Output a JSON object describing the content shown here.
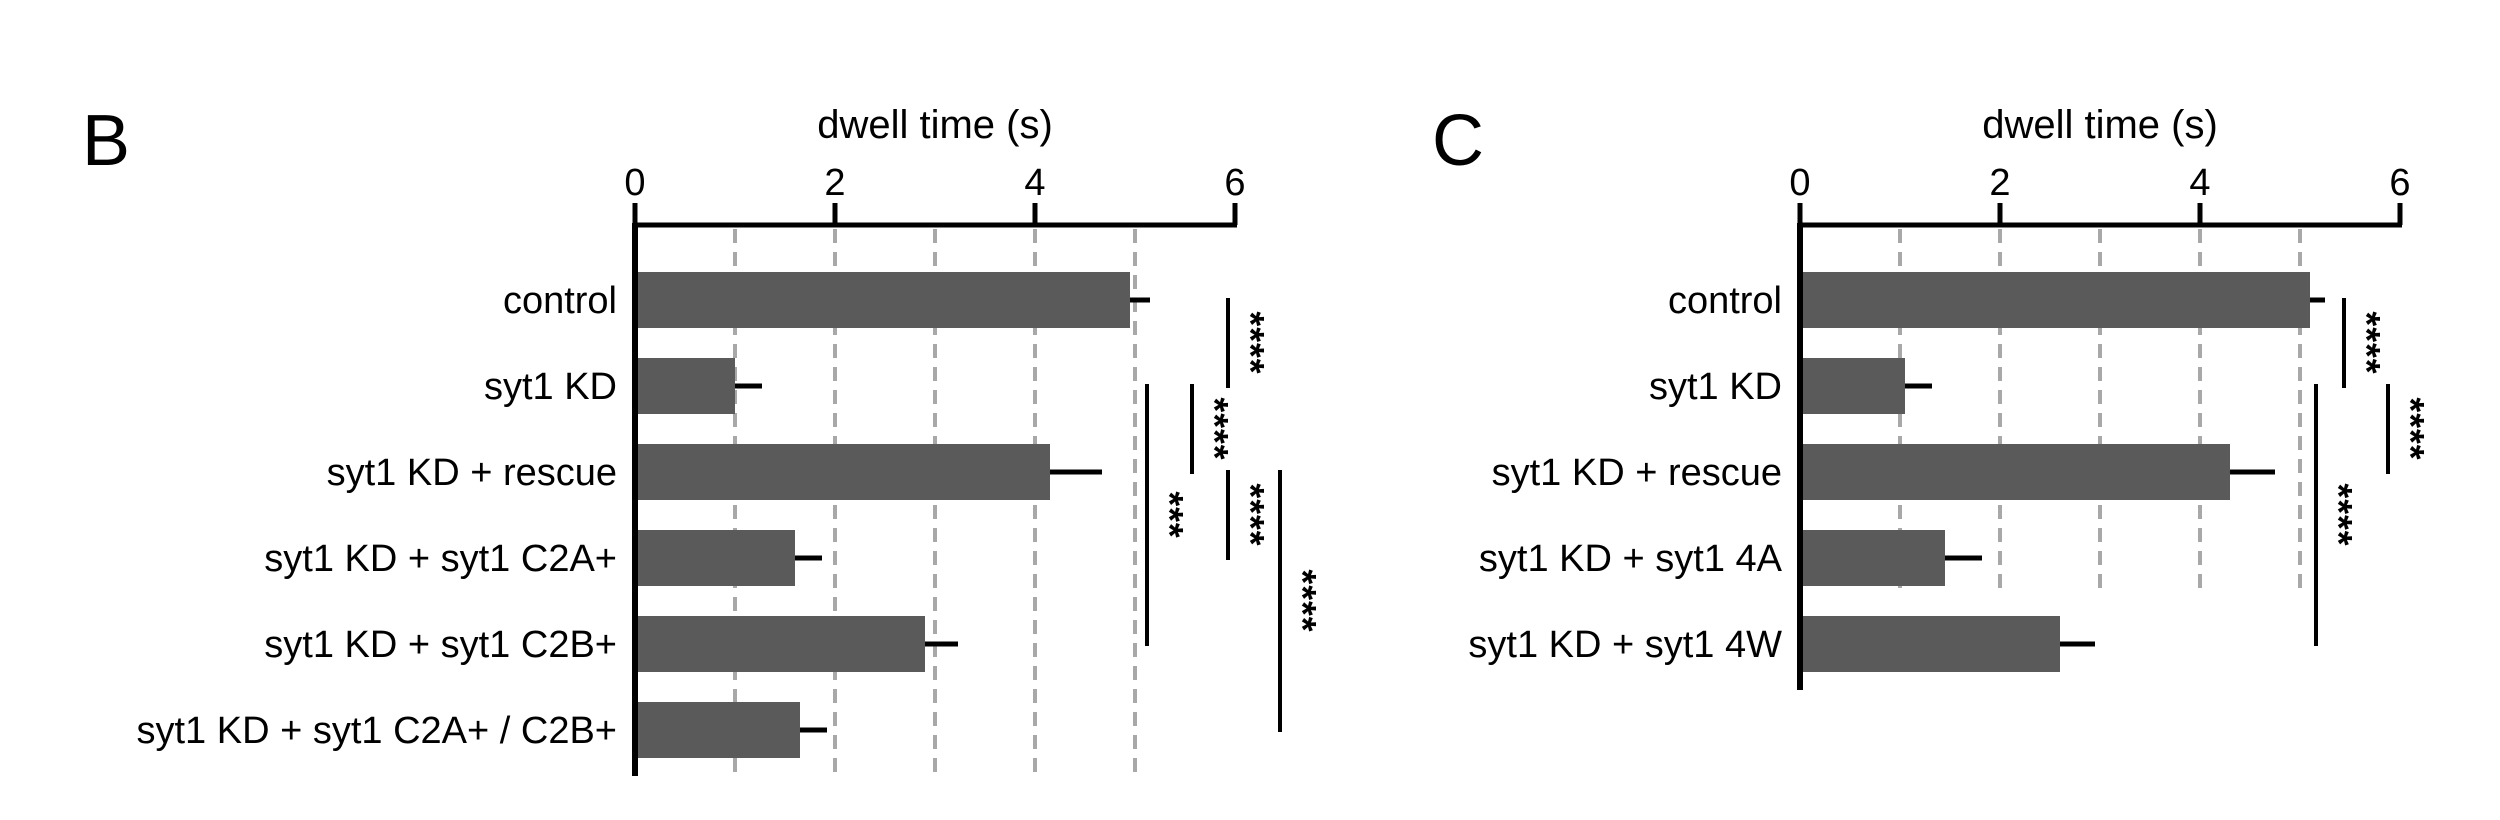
{
  "chart_data": [
    {
      "type": "bar",
      "panel_label": "B",
      "xlabel": "dwell time (s)",
      "ylabel": "",
      "xlim": [
        0,
        6
      ],
      "ticks": [
        0,
        2,
        4,
        6
      ],
      "grid_lines": [
        1,
        2,
        3,
        4,
        5
      ],
      "categories": [
        "control",
        "syt1 KD",
        "syt1 KD + rescue",
        "syt1 KD + syt1 C2A+",
        "syt1 KD + syt1 C2B+",
        "syt1 KD + syt1 C2A+ / C2B+"
      ],
      "values": [
        4.95,
        1.0,
        4.15,
        1.6,
        2.9,
        1.65
      ],
      "errors": [
        0.2,
        0.27,
        0.52,
        0.27,
        0.33,
        0.27
      ],
      "bar_color": "#5a5a5a",
      "significance": [
        {
          "from": 0,
          "to": 1,
          "label": "****",
          "level": 2
        },
        {
          "from": 1,
          "to": 2,
          "label": "****",
          "level": 1
        },
        {
          "from": 1,
          "to": 4,
          "label": "***",
          "level": 0
        },
        {
          "from": 2,
          "to": 3,
          "label": "****",
          "level": 2
        },
        {
          "from": 2,
          "to": 5,
          "label": "****",
          "level": 3
        }
      ]
    },
    {
      "type": "bar",
      "panel_label": "C",
      "xlabel": "dwell time (s)",
      "ylabel": "",
      "xlim": [
        0,
        6
      ],
      "ticks": [
        0,
        2,
        4,
        6
      ],
      "grid_lines": [
        1,
        2,
        3,
        4,
        5
      ],
      "categories": [
        "control",
        "syt1 KD",
        "syt1 KD + rescue",
        "syt1 KD + syt1 4A",
        "syt1 KD + syt1 4W"
      ],
      "values": [
        5.1,
        1.05,
        4.3,
        1.45,
        2.6
      ],
      "errors": [
        0.15,
        0.27,
        0.45,
        0.37,
        0.35
      ],
      "bar_color": "#5a5a5a",
      "significance": [
        {
          "from": 0,
          "to": 1,
          "label": "****",
          "level": 1
        },
        {
          "from": 1,
          "to": 2,
          "label": "****",
          "level": 2
        },
        {
          "from": 1,
          "to": 4,
          "label": "****",
          "level": 0
        }
      ]
    }
  ]
}
